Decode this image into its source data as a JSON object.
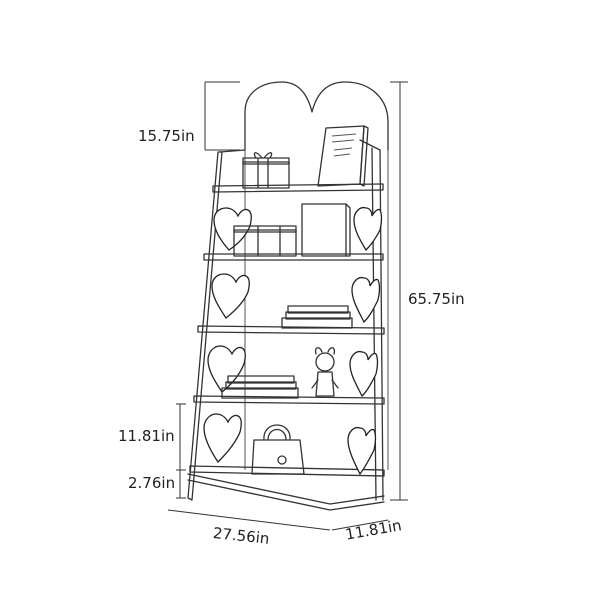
{
  "dimensions": {
    "top_panel_height": "15.75in",
    "total_height": "65.75in",
    "shelf_spacing": "11.81in",
    "base_height": "2.76in",
    "width": "27.56in",
    "depth": "11.81in"
  }
}
